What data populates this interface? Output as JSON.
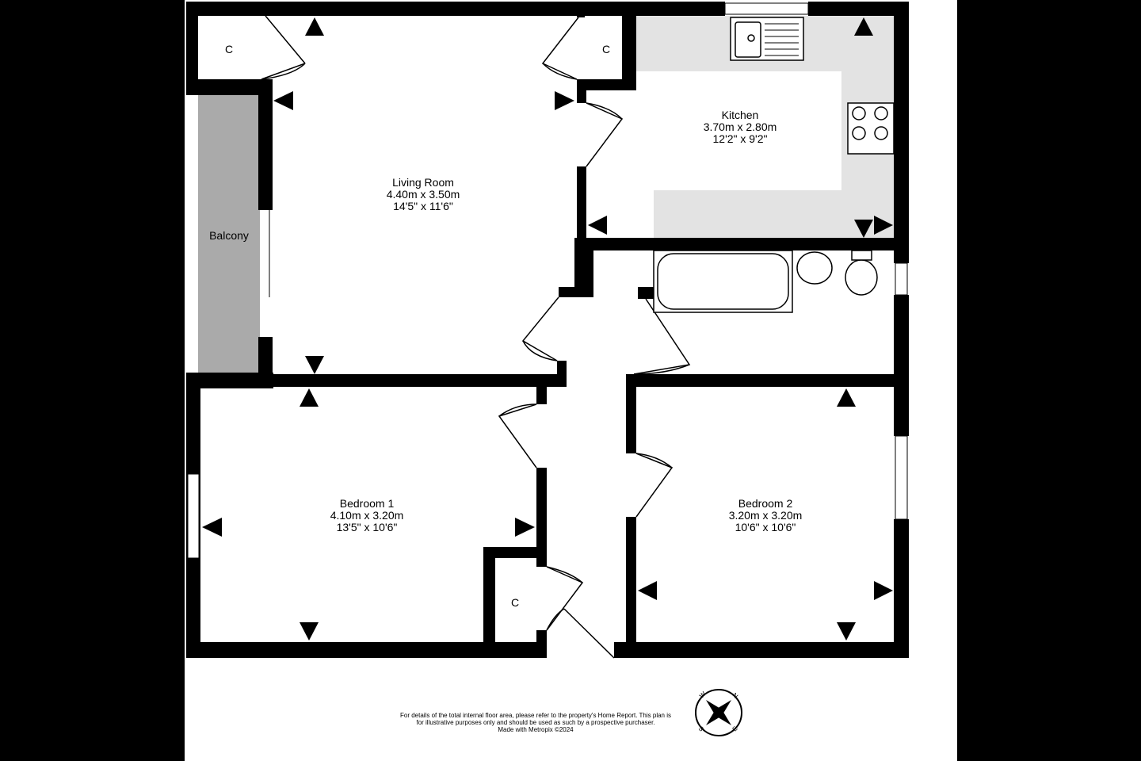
{
  "rooms": {
    "living": {
      "name": "Living Room",
      "metric": "4.40m  x 3.50m",
      "imperial": "14'5\"  x 11'6\""
    },
    "kitchen": {
      "name": "Kitchen",
      "metric": "3.70m  x 2.80m",
      "imperial": "12'2\"  x 9'2\""
    },
    "bedroom1": {
      "name": "Bedroom 1",
      "metric": "4.10m  x 3.20m",
      "imperial": "13'5\"  x 10'6\""
    },
    "bedroom2": {
      "name": "Bedroom 2",
      "metric": "3.20m  x 3.20m",
      "imperial": "10'6\"  x 10'6\""
    },
    "balcony": {
      "name": "Balcony"
    }
  },
  "cupboards": [
    "C",
    "C",
    "C"
  ],
  "footer": {
    "line1": "For details of the total internal floor area, please refer to the property's Home Report. This plan is",
    "line2": "for illustrative purposes only and should be used as such by a prospective purchaser.",
    "line3": "Made with Metropix ©2024"
  },
  "compass": {
    "n": "N",
    "e": "E",
    "s": "S",
    "w": "W"
  },
  "colors": {
    "wall": "#000000",
    "kitchen_floor": "#e3e3e3",
    "balcony_floor": "#aaaaaa",
    "background": "#000000"
  }
}
